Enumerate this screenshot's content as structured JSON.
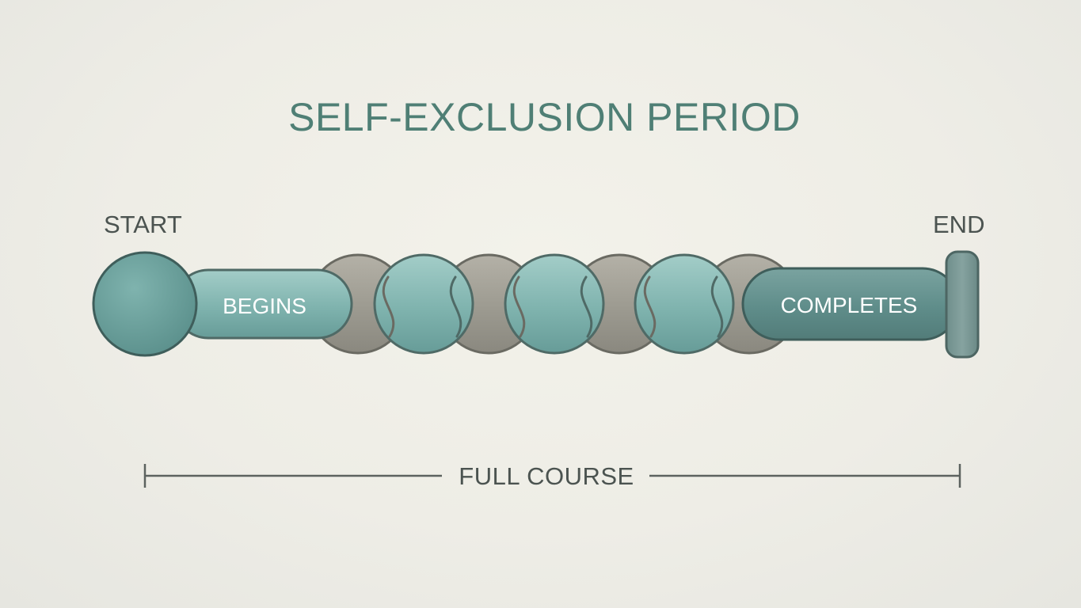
{
  "title": "SELF-EXCLUSION PERIOD",
  "start_label": "START",
  "end_label": "END",
  "begins_label": "BEGINS",
  "completes_label": "COMPLETES",
  "course_label": "FULL COURSE",
  "colors": {
    "title": "#4f7f75",
    "teal_fill": "#7fb3ae",
    "teal_dark": "#5a8784",
    "gray_fill": "#9c9a90",
    "outline": "#4f6a66",
    "text": "#4b5350"
  }
}
